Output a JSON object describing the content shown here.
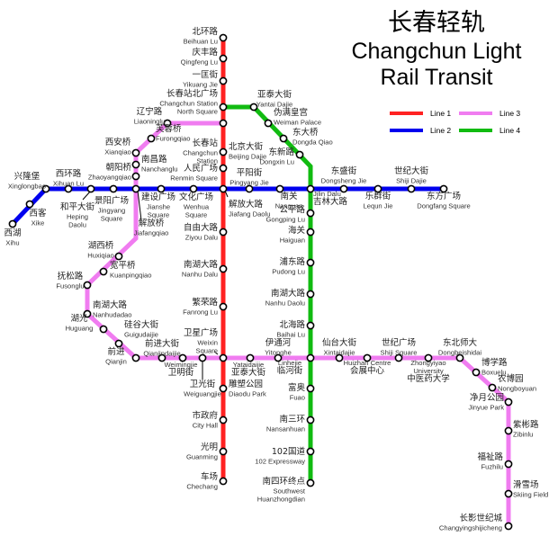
{
  "title": {
    "cn": "长春轻轨",
    "en1": "Changchun Light",
    "en2": "Rail Transit"
  },
  "legend": [
    {
      "label": "Line 1",
      "color": "#ff2222"
    },
    {
      "label": "Line 3",
      "color": "#f07cf0"
    },
    {
      "label": "Line 2",
      "color": "#0000ee"
    },
    {
      "label": "Line 4",
      "color": "#11bb11"
    }
  ],
  "lines": {
    "line1": {
      "color": "#ff2222",
      "stations": [
        {
          "cn": "北环路",
          "en": "Beihuan Lu"
        },
        {
          "cn": "庆丰路",
          "en": "Qingfeng Lu"
        },
        {
          "cn": "一匡街",
          "en": "Yikuang Jie"
        },
        {
          "cn": "长春站北广场",
          "en": "Changchun Station",
          "en2": "North Square"
        },
        {
          "cn": "长春站",
          "en": "Changchun",
          "en2": "Station"
        },
        {
          "cn": "北京大街",
          "en": "Beijing Dajie"
        },
        {
          "cn": "人民广场",
          "en": "Renmin Square"
        },
        {
          "cn": "解放大路",
          "en": "Jiafang Daolu"
        },
        {
          "cn": "自由大路",
          "en": "Ziyou Dalu"
        },
        {
          "cn": "南湖大路",
          "en": "Nanhu Dalu"
        },
        {
          "cn": "繁荣路",
          "en": "Fanrong Lu"
        },
        {
          "cn": "卫星广场",
          "en": "Weixin",
          "en2": "Square"
        },
        {
          "cn": "雕塑公园",
          "en": "Diaodu Park"
        },
        {
          "cn": "市政府",
          "en": "City Hall"
        },
        {
          "cn": "光明",
          "en": "Guanming"
        },
        {
          "cn": "车场",
          "en": "Chechang"
        }
      ]
    },
    "line2": {
      "color": "#0000ee",
      "stations": [
        {
          "cn": "西湖",
          "en": "Xihu"
        },
        {
          "cn": "西客",
          "en": "Xike"
        },
        {
          "cn": "兴隆堡",
          "en": "Xinglongbao"
        },
        {
          "cn": "西环路",
          "en": "Xihuan Lu"
        },
        {
          "cn": "和平大街",
          "en": "Heping",
          "en2": "Daolu"
        },
        {
          "cn": "景阳广场",
          "en": "Jingyang",
          "en2": "Square"
        },
        {
          "cn": "解放桥",
          "en": "Jiafangqiao"
        },
        {
          "cn": "建设广场",
          "en": "Jianshe",
          "en2": "Square"
        },
        {
          "cn": "文化广场",
          "en": "Wenhua",
          "en2": "Square"
        },
        {
          "cn": "平阳街",
          "en": "Pingyang Jie"
        },
        {
          "cn": "南关",
          "en": "Nanguan"
        },
        {
          "cn": "吉林大路",
          "en": "Jilin Dalu"
        },
        {
          "cn": "东盛街",
          "en": "Dongsheng Jie"
        },
        {
          "cn": "乐群街",
          "en": "Lequn Jie"
        },
        {
          "cn": "世纪大街",
          "en": "Shiji Dajie"
        },
        {
          "cn": "东方广场",
          "en": "Dongfang Square"
        }
      ]
    },
    "line4": {
      "color": "#11bb11",
      "stations": [
        {
          "cn": "亚泰大街",
          "en": "Yantai Dajie"
        },
        {
          "cn": "伪满皇宫",
          "en": "Weiman Palace"
        },
        {
          "cn": "东大桥",
          "en": "Dongda Qiao"
        },
        {
          "cn": "东新路",
          "en": "Dongxin Lu"
        },
        {
          "cn": "公平路",
          "en": "Gongping Lu"
        },
        {
          "cn": "海关",
          "en": "Haiguan"
        },
        {
          "cn": "浦东路",
          "en": "Pudong Lu"
        },
        {
          "cn": "南湖大路",
          "en": "Nanhu Daolu"
        },
        {
          "cn": "北海路",
          "en": "Baihai Lu"
        },
        {
          "cn": "临河街",
          "en": "Linhejie"
        },
        {
          "cn": "富奥",
          "en": "Fuao"
        },
        {
          "cn": "南三环",
          "en": "Nansanhuan"
        },
        {
          "cn": "102国道",
          "en": "102 Expressway"
        },
        {
          "cn": "南四环终点",
          "en": "Southwest",
          "en2": "Huanzhongdian"
        }
      ]
    },
    "line3": {
      "color": "#f07cf0",
      "stations": [
        {
          "cn": "辽宁路",
          "en": "Liaoninglu"
        },
        {
          "cn": "芙蓉桥",
          "en": "Furongqiao"
        },
        {
          "cn": "西安桥",
          "en": "Xianqiao"
        },
        {
          "cn": "南昌路",
          "en": "Nanchanglu"
        },
        {
          "cn": "朝阳桥",
          "en": "Zhaoyangqiao"
        },
        {
          "cn": "湖西桥",
          "en": "Huxiqiao"
        },
        {
          "cn": "宽平桥",
          "en": "Kuanpingqiao"
        },
        {
          "cn": "抚松路",
          "en": "Fusonglu"
        },
        {
          "cn": "南湖大路",
          "en": "Nanhudadao"
        },
        {
          "cn": "湖光",
          "en": "Huguang"
        },
        {
          "cn": "硅谷大街",
          "en": "Guigudaijie"
        },
        {
          "cn": "前进",
          "en": "Qianjin"
        },
        {
          "cn": "前进大街",
          "en": "Qianjindaijie"
        },
        {
          "cn": "卫明街",
          "en": "Weimingjie"
        },
        {
          "cn": "卫光街",
          "en": "Weiguangjie"
        },
        {
          "cn": "亚泰大街",
          "en": "Yataidaijie"
        },
        {
          "cn": "伊通河",
          "en": "Yitonghe"
        },
        {
          "cn": "仙台大街",
          "en": "Xintaidajie"
        },
        {
          "cn": "会展中心",
          "en": "Huizhan Centre"
        },
        {
          "cn": "世纪广场",
          "en": "Shiji Square"
        },
        {
          "cn": "中医药大学",
          "en": "Zhongyiyao",
          "en2": "University"
        },
        {
          "cn": "东北师大",
          "en": "Dongbeishidai"
        },
        {
          "cn": "博学路",
          "en": "Boxuelu"
        },
        {
          "cn": "农博园",
          "en": "Nongboyuan"
        },
        {
          "cn": "净月公园",
          "en": "Jinyue Park"
        },
        {
          "cn": "紫彬路",
          "en": "Zibinlu"
        },
        {
          "cn": "福祉路",
          "en": "Fuzhilu"
        },
        {
          "cn": "滑雪场",
          "en": "Skiing Field"
        },
        {
          "cn": "长影世纪城",
          "en": "Changyingshijicheng"
        }
      ]
    }
  }
}
